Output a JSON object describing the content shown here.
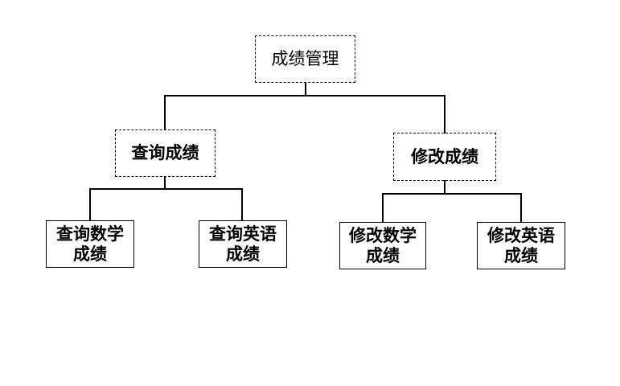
{
  "diagram": {
    "title_node": {
      "label": "成绩管理"
    },
    "level2": [
      {
        "label": "查询成绩"
      },
      {
        "label": "修改成绩"
      }
    ],
    "level3": [
      {
        "line1": "查询数学",
        "line2": "成绩"
      },
      {
        "line1": "查询英语",
        "line2": "成绩"
      },
      {
        "line1": "修改数学",
        "line2": "成绩"
      },
      {
        "line1": "修改英语",
        "line2": "成绩"
      }
    ],
    "colors": {
      "line": "#000000",
      "background": "#ffffff",
      "text": "#000000"
    }
  }
}
